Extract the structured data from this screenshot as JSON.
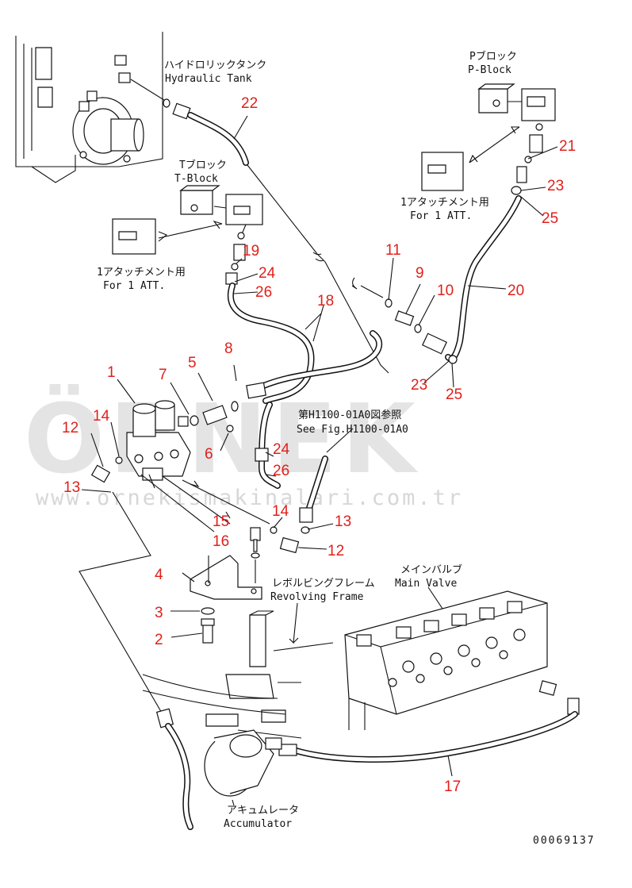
{
  "labels": {
    "hydraulic_tank_jp": "ハイドロリックタンク",
    "hydraulic_tank_en": "Hydraulic Tank",
    "t_block_jp": "Tブロック",
    "t_block_en": "T-Block",
    "p_block_jp": "Pブロック",
    "p_block_en": "P-Block",
    "attachment_jp_left": "1アタッチメント用",
    "attachment_en_left": "For 1 ATT.",
    "attachment_jp_right": "1アタッチメント用",
    "attachment_en_right": "For 1 ATT.",
    "see_fig_jp": "第H1100-01A0図参照",
    "see_fig_en": "See Fig.H1100-01A0",
    "revolving_frame_jp": "レボルビングフレーム",
    "revolving_frame_en": "Revolving Frame",
    "main_valve_jp": "メインバルブ",
    "main_valve_en": "Main Valve",
    "accumulator_jp": "アキュムレータ",
    "accumulator_en": "Accumulator",
    "drawing_number": "00069137"
  },
  "callouts": {
    "n1": "1",
    "n2": "2",
    "n3": "3",
    "n4": "4",
    "n5": "5",
    "n6": "6",
    "n7": "7",
    "n8": "8",
    "n9": "9",
    "n10": "10",
    "n11": "11",
    "n12a": "12",
    "n12b": "12",
    "n13a": "13",
    "n13b": "13",
    "n14a": "14",
    "n14b": "14",
    "n15": "15",
    "n16": "16",
    "n17": "17",
    "n18": "18",
    "n19": "19",
    "n20": "20",
    "n21": "21",
    "n22": "22",
    "n23a": "23",
    "n23b": "23",
    "n24a": "24",
    "n24b": "24",
    "n25a": "25",
    "n25b": "25",
    "n26a": "26",
    "n26b": "26"
  },
  "watermark": {
    "brand": "ÖRNEK",
    "url": "www.ornekismakinalari.com.tr"
  },
  "colors": {
    "callout": "#e0201b",
    "line": "#111111",
    "watermark": "#cfcfcf"
  }
}
